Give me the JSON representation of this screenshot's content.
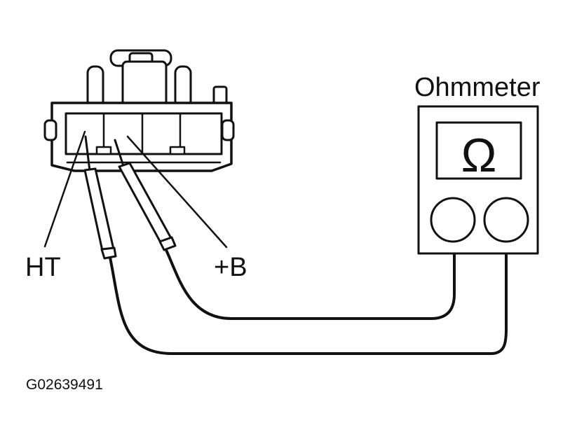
{
  "labels": {
    "meter_title": "Ohmmeter",
    "meter_symbol": "Ω",
    "terminal_ht": "HT",
    "terminal_b": "+B",
    "figure_id": "G02639491"
  },
  "colors": {
    "ink": "#111111",
    "background": "#ffffff"
  },
  "icons": {
    "meter_symbol": "omega-icon"
  }
}
